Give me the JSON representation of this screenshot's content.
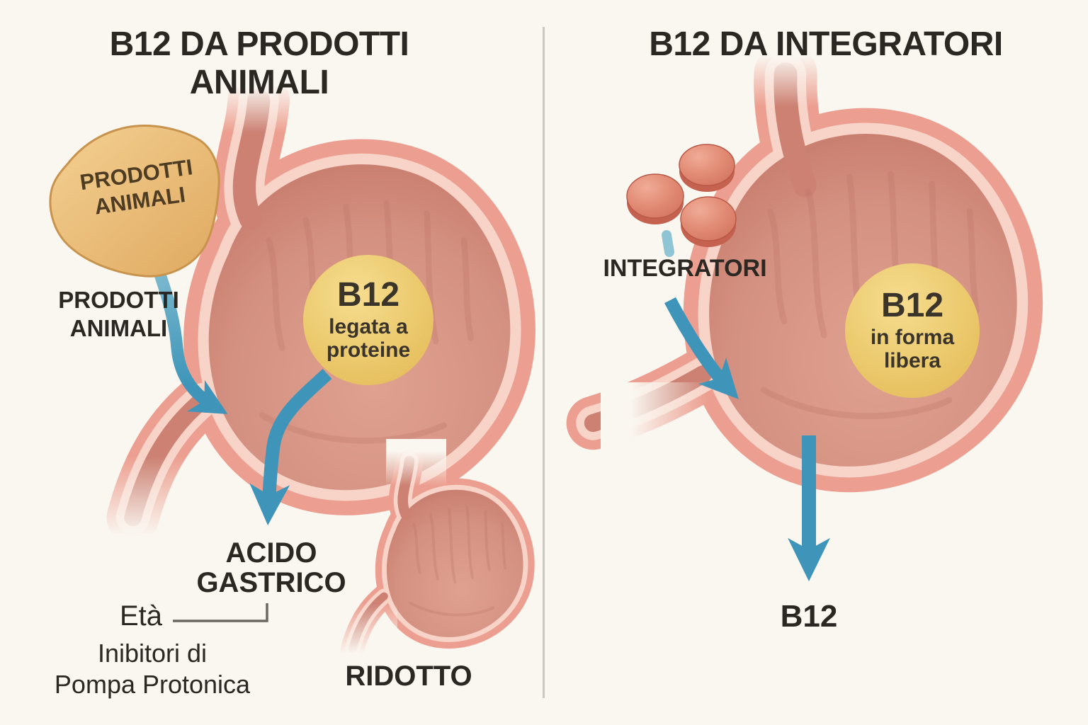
{
  "meta": {
    "background": "#FAF7F1",
    "accent_blue": "#3E95B9",
    "ribbon_blue": "#8FC4D5",
    "divider_color": "#CBC8C3",
    "stomach_wall": "#EC9F90",
    "stomach_rim": "#F8D3C8",
    "stomach_lumen": "#D49181",
    "b12_badge_yellow": "#EBC96C",
    "pill_coral": "#E18A74",
    "cracker_tan": "#E8BC79",
    "text_color": "#2B2824"
  },
  "left_panel": {
    "title": "B12 DA PRODOTTI\nANIMALI",
    "food_block_label": "PRODOTTI\nANIMALI",
    "food_label": "PRODOTTI\nANIMALI",
    "b12_bound": {
      "title": "B12",
      "subtitle": "legata a\nproteine"
    },
    "acid_label": "ACIDO\nGASTRICO",
    "age_label": "Età",
    "ppi_label": "Inibitori di\nPompa Protonica",
    "reduced_label": "RIDOTTO"
  },
  "right_panel": {
    "title": "B12 DA INTEGRATORI",
    "supplements_label": "INTEGRATORI",
    "b12_free": {
      "title": "B12",
      "subtitle": "in forma\nlibera"
    },
    "output_label": "B12"
  }
}
